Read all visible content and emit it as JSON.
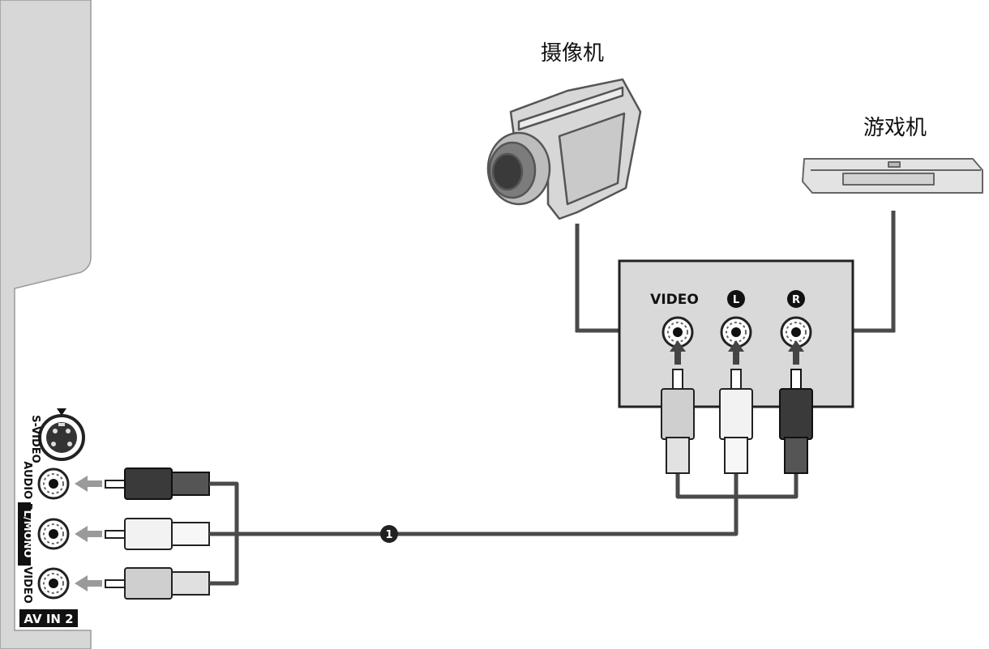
{
  "devices": {
    "camcorder_label": "摄像机",
    "game_console_label": "游戏机"
  },
  "av_panel": {
    "video_label": "VIDEO",
    "left_label": "L",
    "right_label": "R"
  },
  "tv_side_panel": {
    "svideo_label": "S-VIDEO",
    "audio_r_label": "AUDIO R",
    "audio_l_label": "L/MONO",
    "video_label": "VIDEO",
    "input_name": "AV IN 2"
  },
  "callout": {
    "cable_number": "1"
  },
  "colors": {
    "cable": "#4a4a4a",
    "tv_panel": "#d7d7d7",
    "av_box": "#d9d9d9",
    "arrow": "#9a9a9a",
    "plug_red": "#3a3a3a",
    "plug_white": "#f2f2f2",
    "plug_yellow": "#cfcfcf"
  }
}
